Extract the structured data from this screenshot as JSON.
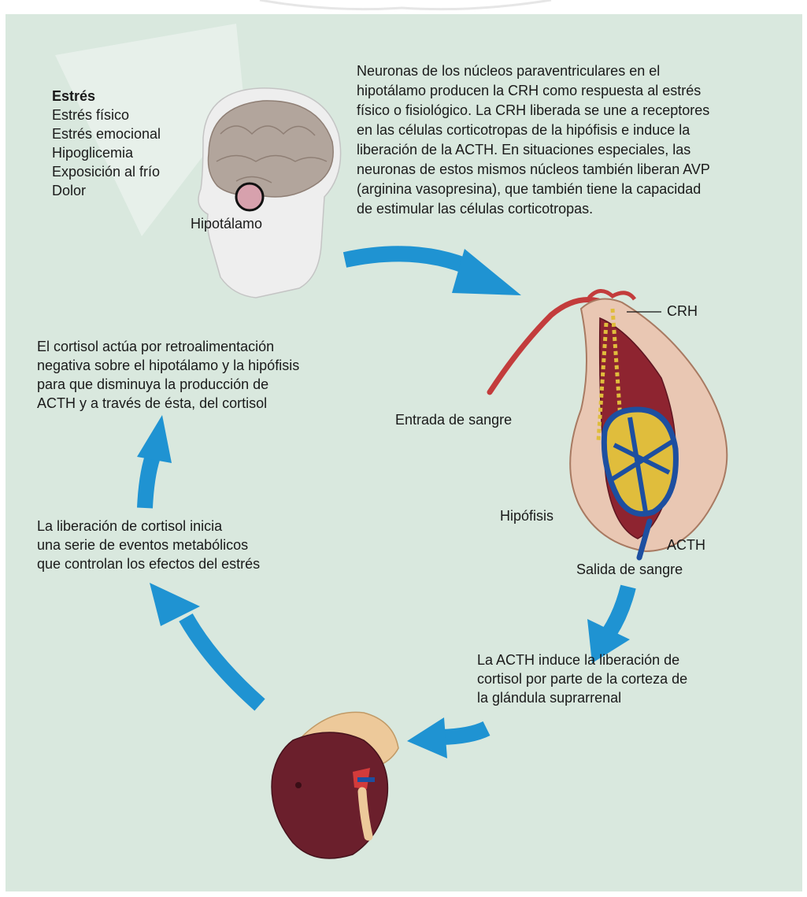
{
  "stress": {
    "title": "Estrés",
    "items": [
      "Estrés físico",
      "Estrés emocional",
      "Hipoglicemia",
      "Exposición al frío",
      "Dolor"
    ]
  },
  "hypothalamus_label": "Hipotálamo",
  "crh_description": {
    "lines": [
      "Neuronas de los núcleos paraventriculares en el",
      "hipotálamo producen la CRH como respuesta al estrés",
      "físico o fisiológico. La CRH liberada se une a receptores",
      "en las células corticotropas de la hipófisis e induce la",
      "liberación de la ACTH. En situaciones especiales, las",
      "neuronas de estos mismos núcleos también liberan AVP",
      "(arginina vasopresina), que también tiene la capacidad",
      "de estimular las células corticotropas."
    ]
  },
  "feedback_text": {
    "lines": [
      "El cortisol actúa por retroalimentación",
      "negativa sobre el hipotálamo y la hipófisis",
      "para que disminuya la producción de",
      "ACTH y a través de ésta, del cortisol"
    ]
  },
  "release_text": {
    "lines": [
      "La liberación de cortisol inicia",
      "una serie de eventos metabólicos",
      "que controlan los efectos del estrés"
    ]
  },
  "acth_text": {
    "lines": [
      "La ACTH induce la liberación de",
      "cortisol por parte de la corteza de",
      "la glándula suprarrenal"
    ]
  },
  "pituitary_labels": {
    "crh": "CRH",
    "blood_in": "Entrada de sangre",
    "gland": "Hipófisis",
    "acth": "ACTH",
    "blood_out": "Salida de sangre"
  },
  "colors": {
    "background": "#d9e8de",
    "arrow": "#1f93d2",
    "gland": "#8e2430",
    "kidney": "#6b1f2c",
    "vessels": "#1d4fa0",
    "cells": "#e0bd3c"
  }
}
